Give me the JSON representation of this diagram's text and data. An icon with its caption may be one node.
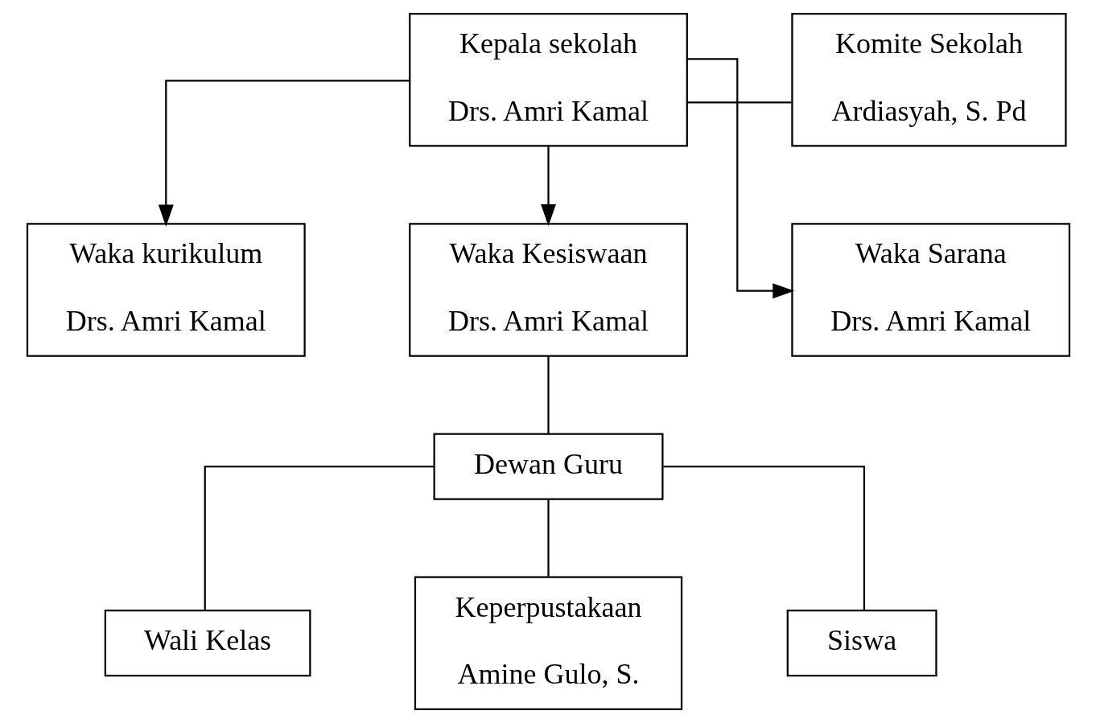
{
  "diagram": {
    "nodes": [
      {
        "text": [
          "Kepala sekolah",
          "Drs. Amri Kamal"
        ]
      },
      {
        "text": [
          "Komite Sekolah",
          "Ardiasyah, S. Pd"
        ]
      },
      {
        "text": [
          "Waka kurikulum",
          "Drs. Amri Kamal"
        ]
      },
      {
        "text": [
          "Waka Kesiswaan",
          "Drs. Amri Kamal"
        ]
      },
      {
        "text": [
          "Waka Sarana",
          "Drs. Amri Kamal"
        ]
      },
      {
        "text": [
          "Dewan Guru"
        ]
      },
      {
        "text": [
          "Wali Kelas"
        ]
      },
      {
        "text": [
          "Keperpustakaan",
          "Amine Gulo, S."
        ]
      },
      {
        "text": [
          "Siswa"
        ]
      }
    ],
    "edges": [
      {
        "from": 0,
        "to": 1,
        "arrow": "none"
      },
      {
        "from": 0,
        "to": 2,
        "arrow": "to"
      },
      {
        "from": 0,
        "to": 3,
        "arrow": "to"
      },
      {
        "from": 0,
        "to": 4,
        "arrow": "to"
      },
      {
        "from": 3,
        "to": 5,
        "arrow": "none"
      },
      {
        "from": 5,
        "to": 6,
        "arrow": "none"
      },
      {
        "from": 5,
        "to": 7,
        "arrow": "none"
      },
      {
        "from": 5,
        "to": 8,
        "arrow": "none"
      }
    ]
  }
}
